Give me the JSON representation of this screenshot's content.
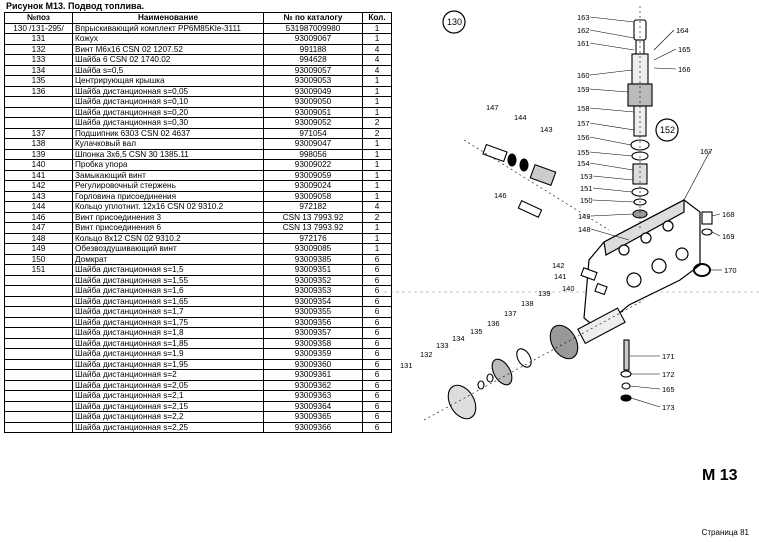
{
  "title": "Рисунок М13.  Подвод топлива.",
  "table": {
    "headers": [
      "№поз",
      "Наименование",
      "№ по каталогу",
      "Кол."
    ],
    "rows": [
      [
        "130 /131-295/",
        "Впрыскивающий комплект PP6M85Kle-3111",
        "531987009980",
        "1"
      ],
      [
        "131",
        "Кожух",
        "93009067",
        "1"
      ],
      [
        "132",
        "Винт М6x16  CSN 02 1207.52",
        "991188",
        "4"
      ],
      [
        "133",
        "Шайба  6  CSN 02 1740.02",
        "994628",
        "4"
      ],
      [
        "134",
        "Шайба s=0,5",
        "93009057",
        "4"
      ],
      [
        "135",
        "Центрирующая крышка",
        "93009053",
        "1"
      ],
      [
        "136",
        "Шайба дистанционная s=0,05",
        "93009049",
        "1"
      ],
      [
        "",
        "Шайба дистанционная s=0,10",
        "93009050",
        "1"
      ],
      [
        "",
        "Шайба дистанционная s=0,20",
        "93009051",
        "1"
      ],
      [
        "",
        "Шайба дистанционная s=0,30",
        "93009052",
        "2"
      ],
      [
        "137",
        "Подшипник 6303  CSN 02 4637",
        "971054",
        "2"
      ],
      [
        "138",
        "Кулачковый вал",
        "93009047",
        "1"
      ],
      [
        "139",
        "Шпонка 3x6,5  CSN 30 1385.11",
        "998056",
        "1"
      ],
      [
        "140",
        "Пробка упора",
        "93009022",
        "1"
      ],
      [
        "141",
        "Замыкающий винт",
        "93009059",
        "1"
      ],
      [
        "142",
        "Регулировочный стержень",
        "93009024",
        "1"
      ],
      [
        "143",
        "Горловина присоединения",
        "93009058",
        "1"
      ],
      [
        "144",
        "Кольцо уплотнит. 12x16  CSN 02 9310.2",
        "972182",
        "4"
      ],
      [
        "146",
        "Винт присоединения 3",
        "CSN 13 7993.92",
        "2"
      ],
      [
        "147",
        "Винт присоединения 6",
        "CSN 13 7993.92",
        "1"
      ],
      [
        "148",
        "Кольцо  8x12  CSN 02 9310.2",
        "972176",
        "1"
      ],
      [
        "149",
        "Обезвоздушивающий винт",
        "93009085",
        "1"
      ],
      [
        "150",
        "Домкрат",
        "93009385",
        "6"
      ],
      [
        "151",
        "Шайба дистанционная s=1,5",
        "93009351",
        "6"
      ],
      [
        "",
        "Шайба дистанционная s=1,55",
        "93009352",
        "6"
      ],
      [
        "",
        "Шайба дистанционная s=1,6",
        "93009353",
        "6"
      ],
      [
        "",
        "Шайба дистанционная s=1,65",
        "93009354",
        "6"
      ],
      [
        "",
        "Шайба дистанционная s=1,7",
        "93009355",
        "6"
      ],
      [
        "",
        "Шайба дистанционная s=1,75",
        "93009356",
        "6"
      ],
      [
        "",
        "Шайба дистанционная s=1,8",
        "93009357",
        "6"
      ],
      [
        "",
        "Шайба дистанционная s=1,85",
        "93009358",
        "6"
      ],
      [
        "",
        "Шайба дистанционная s=1,9",
        "93009359",
        "6"
      ],
      [
        "",
        "Шайба дистанционная s=1,95",
        "93009360",
        "6"
      ],
      [
        "",
        "Шайба дистанционная s=2",
        "93009361",
        "6"
      ],
      [
        "",
        "Шайба дистанционная s=2,05",
        "93009362",
        "6"
      ],
      [
        "",
        "Шайба дистанционная s=2,1",
        "93009363",
        "6"
      ],
      [
        "",
        "Шайба дистанционная s=2,15",
        "93009364",
        "6"
      ],
      [
        "",
        "Шайба дистанционная s=2,2",
        "93009365",
        "6"
      ],
      [
        "",
        "Шайба дистанционная s=2,25",
        "93009366",
        "6"
      ]
    ]
  },
  "diagram": {
    "figure_label": "M 13",
    "callouts": [
      "130",
      "152",
      "163",
      "162",
      "161",
      "160",
      "159",
      "158",
      "157",
      "156",
      "155",
      "154",
      "153",
      "151",
      "150",
      "149",
      "148",
      "147",
      "144",
      "143",
      "146",
      "142",
      "141",
      "140",
      "139",
      "138",
      "137",
      "136",
      "135",
      "134",
      "133",
      "132",
      "131",
      "164",
      "165",
      "166",
      "167",
      "168",
      "169",
      "170",
      "171",
      "172",
      "173"
    ],
    "assembly_callout": "165"
  },
  "page_number": "Страница 81"
}
